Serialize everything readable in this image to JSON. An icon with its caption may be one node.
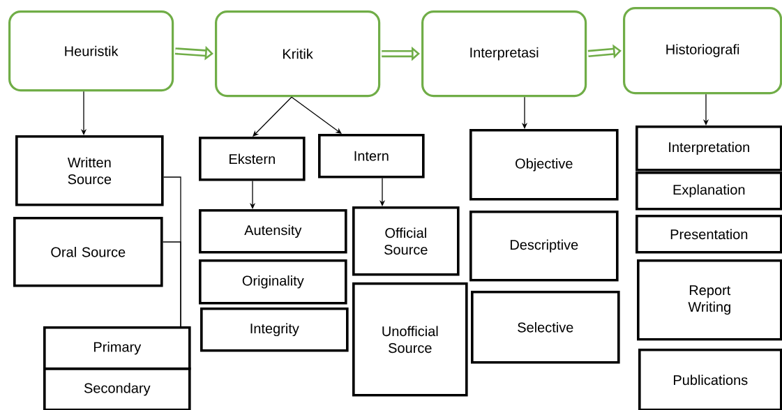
{
  "diagram": {
    "nodes": [
      {
        "text": [
          "Heuristik"
        ]
      },
      {
        "text": [
          "Kritik"
        ]
      },
      {
        "text": [
          "Interpretasi"
        ]
      },
      {
        "text": [
          "Historiografi"
        ]
      },
      {
        "text": [
          "Written Source"
        ]
      },
      {
        "text": [
          "Oral Source"
        ]
      },
      {
        "text": [
          "Primary"
        ]
      },
      {
        "text": [
          "Secondary"
        ]
      },
      {
        "text": [
          "Ekstern"
        ]
      },
      {
        "text": [
          "Intern"
        ]
      },
      {
        "text": [
          "Autensity"
        ]
      },
      {
        "text": [
          "Originality"
        ]
      },
      {
        "text": [
          "Integrity"
        ]
      },
      {
        "text": [
          "Official Source"
        ]
      },
      {
        "text": [
          "Unofficial Source"
        ]
      },
      {
        "text": [
          "Objective"
        ]
      },
      {
        "text": [
          "Descriptive"
        ]
      },
      {
        "text": [
          "Selective"
        ]
      },
      {
        "text": [
          "Interpretation"
        ]
      },
      {
        "text": [
          "Explanation"
        ]
      },
      {
        "text": [
          "Presentation"
        ]
      },
      {
        "text": [
          "Report Writing"
        ]
      },
      {
        "text": [
          "Publications"
        ]
      }
    ],
    "edges": [
      {
        "from": 0,
        "to": 1,
        "arrow": "to",
        "style": "thick",
        "color": "#70ad47"
      },
      {
        "from": 1,
        "to": 2,
        "arrow": "to",
        "style": "thick",
        "color": "#70ad47"
      },
      {
        "from": 2,
        "to": 3,
        "arrow": "to",
        "style": "thick",
        "color": "#70ad47"
      },
      {
        "from": 0,
        "to": 4,
        "arrow": "to"
      },
      {
        "from": 4,
        "to": 6,
        "arrow": "none"
      },
      {
        "from": 5,
        "to": 6,
        "arrow": "none"
      },
      {
        "from": 1,
        "to": 8,
        "arrow": "to"
      },
      {
        "from": 1,
        "to": 9,
        "arrow": "to"
      },
      {
        "from": 8,
        "to": 10,
        "arrow": "to"
      },
      {
        "from": 9,
        "to": 13,
        "arrow": "to"
      },
      {
        "from": 2,
        "to": 15,
        "arrow": "to"
      },
      {
        "from": 3,
        "to": 18,
        "arrow": "to"
      }
    ]
  }
}
